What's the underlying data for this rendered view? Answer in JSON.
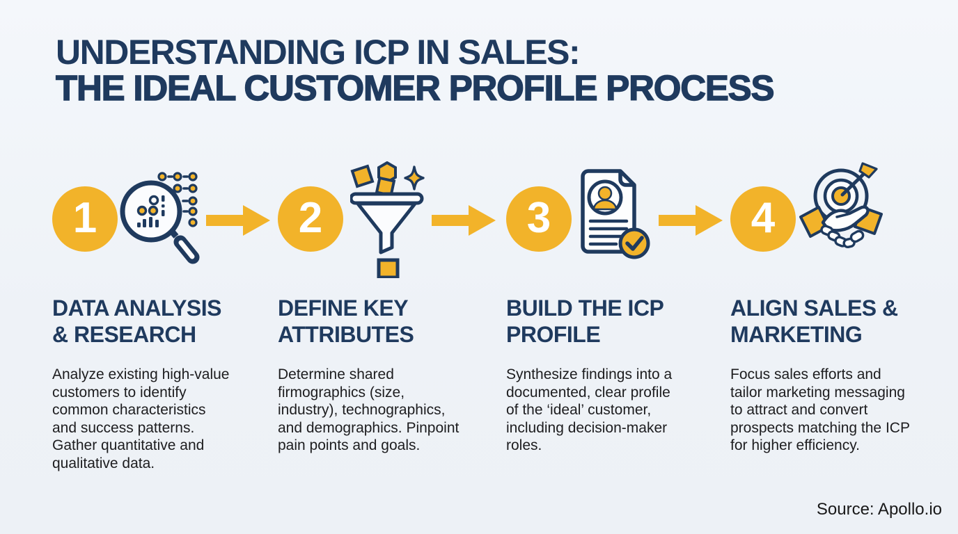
{
  "page": {
    "title_line1": "UNDERSTANDING ICP IN SALES:",
    "title_line2": "THE IDEAL CUSTOMER PROFILE PROCESS",
    "source": "Source: Apollo.io"
  },
  "colors": {
    "background": "#eff3f8",
    "navy": "#1f3a5e",
    "yellow": "#f2b32a",
    "body_text": "#1d1d1f",
    "badge_number": "#ffffff"
  },
  "steps": [
    {
      "number": "1",
      "icon": "magnifier-data-icon",
      "heading": "DATA ANALYSIS\n& RESEARCH",
      "description": "Analyze existing high-value\ncustomers to identify\ncommon characteristics\nand success patterns.\nGather quantitative and\nqualitative data."
    },
    {
      "number": "2",
      "icon": "funnel-icon",
      "heading": "DEFINE KEY\nATTRIBUTES",
      "description": "Determine shared\nfirmographics (size,\nindustry), technographics,\nand demographics. Pinpoint\npain points and goals."
    },
    {
      "number": "3",
      "icon": "icp-document-icon",
      "heading": "BUILD THE ICP\nPROFILE",
      "description": "Synthesize findings into a\ndocumented, clear profile\nof the ‘ideal’ customer,\nincluding decision-maker\nroles."
    },
    {
      "number": "4",
      "icon": "handshake-target-icon",
      "heading": "ALIGN SALES &\nMARKETING",
      "description": "Focus sales efforts and\ntailor marketing messaging\nto attract and convert\nprospects matching the ICP\nfor higher efficiency."
    }
  ]
}
